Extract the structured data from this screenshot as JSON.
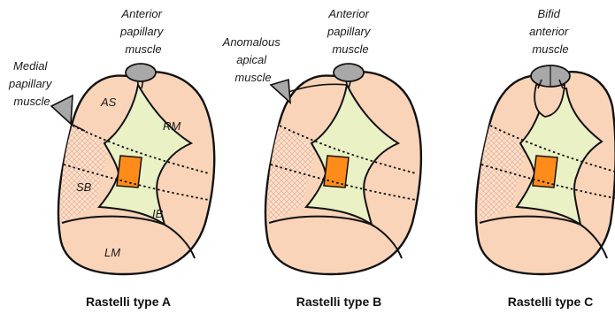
{
  "colors": {
    "outline": "#111111",
    "leaflet": "#f9d4b8",
    "hatch_line": "#f0b59a",
    "center": "#e9f1c5",
    "orifice": "#ff8c1a",
    "papillary_muscle": "#a8a8a8",
    "chord": "#111111"
  },
  "panels": [
    {
      "caption": "Rastelli type A",
      "labels": {
        "anterior": [
          "Anterior",
          "papillary",
          "muscle"
        ],
        "left": [
          "Medial",
          "papillary",
          "muscle"
        ]
      },
      "segments": {
        "as": "AS",
        "rm": "RM",
        "sb": "SB",
        "ib": "IB",
        "lm": "LM"
      }
    },
    {
      "caption": "Rastelli type B",
      "labels": {
        "anterior": [
          "Anterior",
          "papillary",
          "muscle"
        ],
        "left": [
          "Anomalous",
          "apical",
          "muscle"
        ]
      }
    },
    {
      "caption": "Rastelli type C",
      "labels": {
        "anterior": [
          "Bifid",
          "anterior",
          "muscle"
        ]
      }
    }
  ]
}
